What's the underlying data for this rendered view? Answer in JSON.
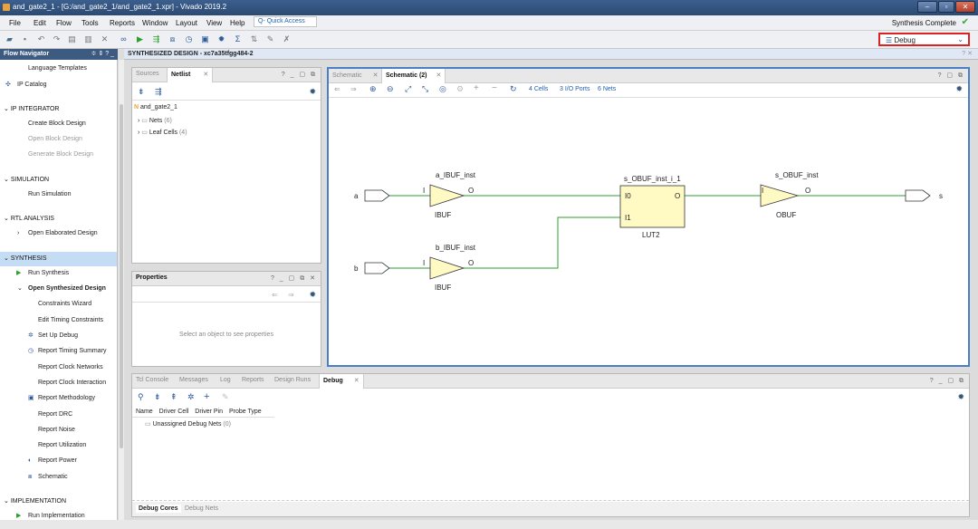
{
  "window": {
    "title": "and_gate2_1 - [G:/and_gate2_1/and_gate2_1.xpr] - Vivado 2019.2"
  },
  "menu": [
    "File",
    "Edit",
    "Flow",
    "Tools",
    "Reports",
    "Window",
    "Layout",
    "View",
    "Help"
  ],
  "quick_access": "Q- Quick Access",
  "status": {
    "text": "Synthesis Complete"
  },
  "layout_select": {
    "value": "Debug"
  },
  "nav": {
    "header": "Flow Navigator",
    "items": [
      {
        "label": "Language Templates"
      },
      {
        "label": "IP Catalog"
      },
      {
        "label": "IP INTEGRATOR"
      },
      {
        "label": "Create Block Design"
      },
      {
        "label": "Open Block Design"
      },
      {
        "label": "Generate Block Design"
      },
      {
        "label": "SIMULATION"
      },
      {
        "label": "Run Simulation"
      },
      {
        "label": "RTL ANALYSIS"
      },
      {
        "label": "Open Elaborated Design"
      },
      {
        "label": "SYNTHESIS"
      },
      {
        "label": "Run Synthesis"
      },
      {
        "label": "Open Synthesized Design"
      },
      {
        "label": "Constraints Wizard"
      },
      {
        "label": "Edit Timing Constraints"
      },
      {
        "label": "Set Up Debug"
      },
      {
        "label": "Report Timing Summary"
      },
      {
        "label": "Report Clock Networks"
      },
      {
        "label": "Report Clock Interaction"
      },
      {
        "label": "Report Methodology"
      },
      {
        "label": "Report DRC"
      },
      {
        "label": "Report Noise"
      },
      {
        "label": "Report Utilization"
      },
      {
        "label": "Report Power"
      },
      {
        "label": "Schematic"
      },
      {
        "label": "IMPLEMENTATION"
      },
      {
        "label": "Run Implementation"
      }
    ]
  },
  "synth_header": "SYNTHESIZED DESIGN - xc7a35tfgg484-2",
  "sources": {
    "tabs": [
      "Sources",
      "Netlist"
    ],
    "root": "and_gate2_1",
    "nets": "Nets",
    "nets_count": "(6)",
    "cells": "Leaf Cells",
    "cells_count": "(4)"
  },
  "properties": {
    "title": "Properties",
    "empty": "Select an object to see properties"
  },
  "schematic": {
    "tabs": [
      "Schematic",
      "Schematic (2)"
    ],
    "stats": [
      "4 Cells",
      "3 I/O Ports",
      "6 Nets"
    ],
    "ports": {
      "a": "a",
      "b": "b",
      "s": "s"
    },
    "cells": {
      "a_ibuf_name": "a_IBUF_inst",
      "a_ibuf_type": "IBUF",
      "b_ibuf_name": "b_IBUF_inst",
      "b_ibuf_type": "IBUF",
      "lut_name": "s_OBUF_inst_i_1",
      "lut_type": "LUT2",
      "obuf_name": "s_OBUF_inst",
      "obuf_type": "OBUF"
    },
    "pins": {
      "I": "I",
      "O": "O",
      "I0": "I0",
      "I1": "I1"
    }
  },
  "console": {
    "tabs": [
      "Tcl Console",
      "Messages",
      "Log",
      "Reports",
      "Design Runs",
      "Debug"
    ],
    "columns": [
      "Name",
      "Driver Cell",
      "Driver Pin",
      "Probe Type"
    ],
    "row": "Unassigned Debug Nets",
    "row_count": "(0)",
    "bottom_tabs": [
      "Debug Cores",
      "Debug Nets"
    ]
  },
  "colors": {
    "accent": "#4a7fc6",
    "wire": "#2e9e2e",
    "cell_fill": "#fff9c4"
  }
}
